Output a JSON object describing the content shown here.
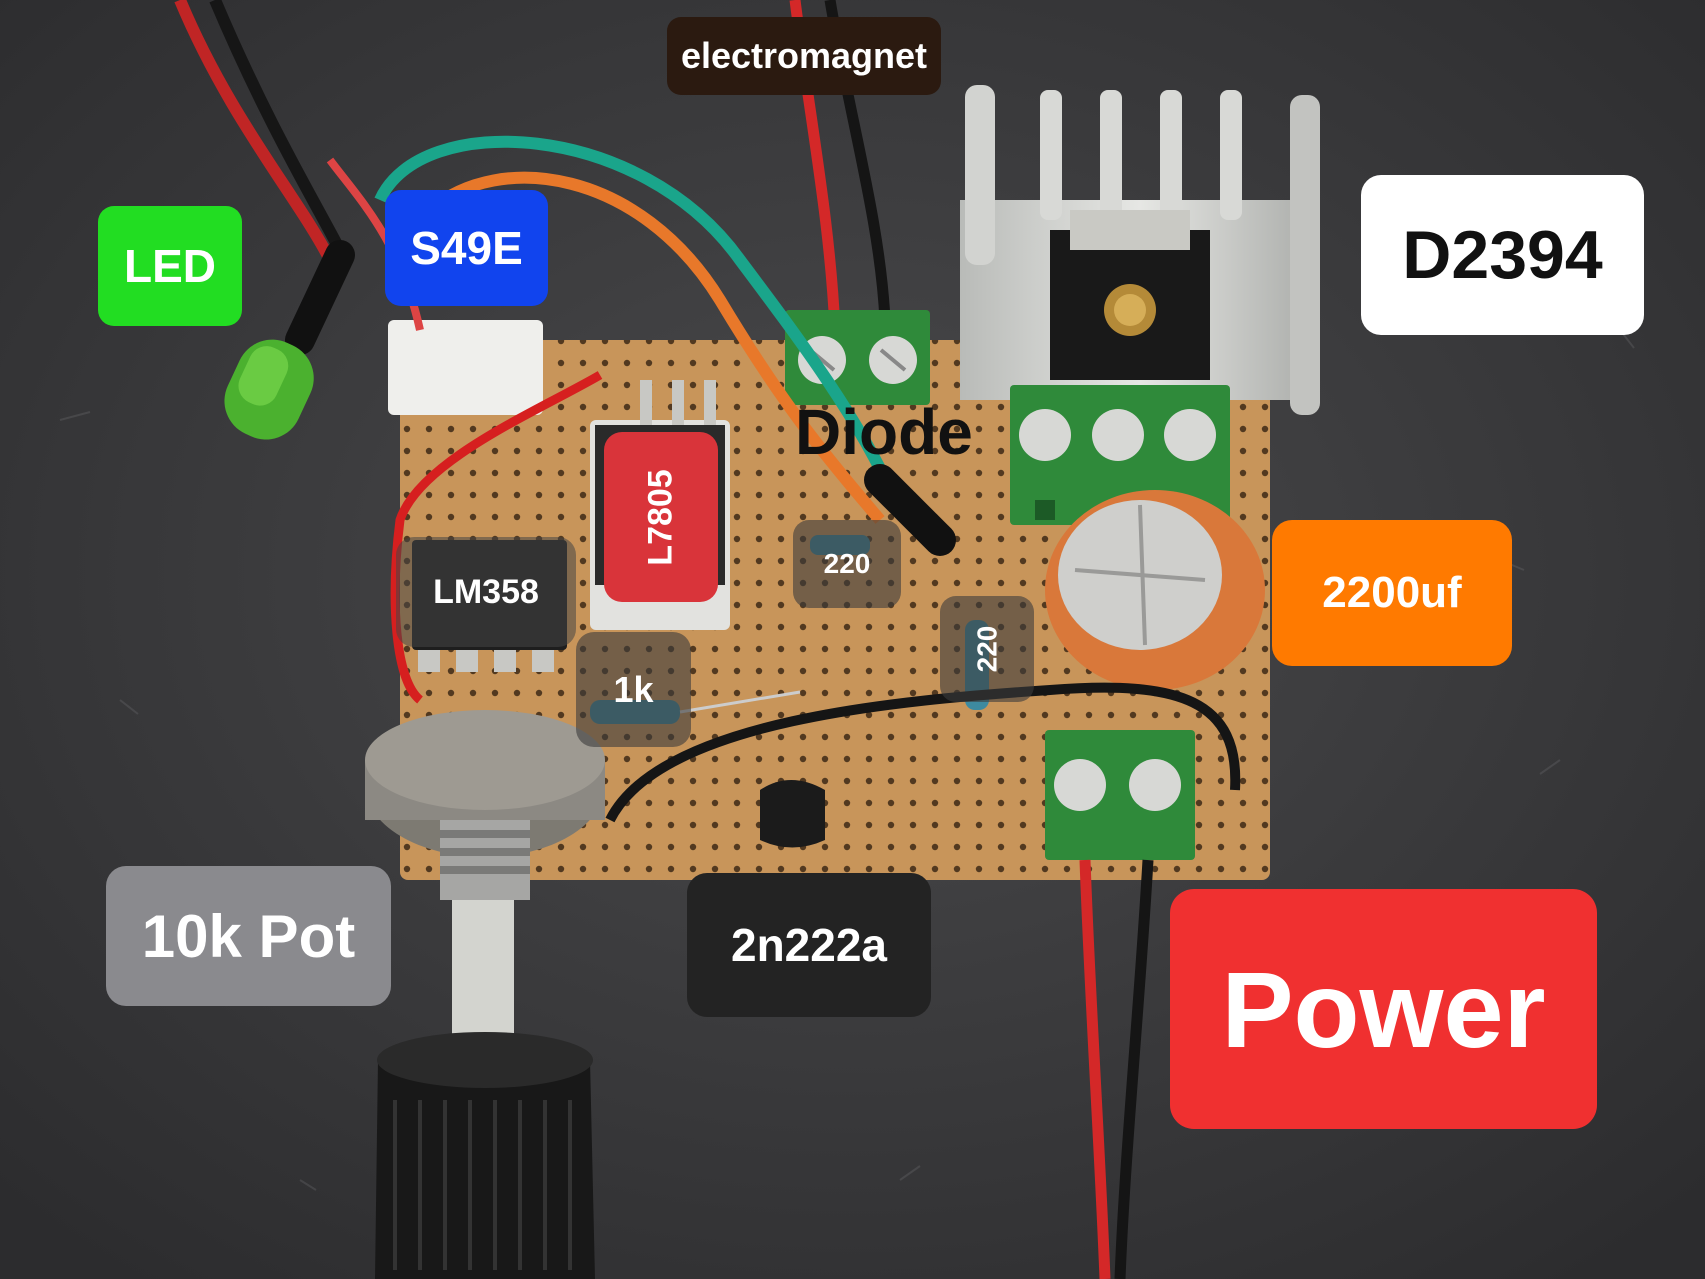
{
  "labels": {
    "electromagnet": "electromagnet",
    "led": "LED",
    "s49e": "S49E",
    "d2394": "D2394",
    "diode": "Diode",
    "l7805": "L7805",
    "lm358": "LM358",
    "r220_a": "220",
    "r220_b": "220",
    "r1k": "1k",
    "cap": "2200uf",
    "pot": "10k Pot",
    "transistor": "2n222a",
    "power": "Power"
  },
  "colors": {
    "background": "#3a3a3c",
    "pcb": "#c8955a",
    "electromagnet_tag": "#2b1a10",
    "led_tag": "#22dd22",
    "s49e_tag": "#1144ee",
    "d2394_tag": "#ffffff",
    "l7805_tag": "#d9343a",
    "cap_tag": "#ff7a00",
    "pot_tag": "#8a8a8e",
    "transistor_tag": "#232323",
    "power_tag": "#f03030"
  }
}
